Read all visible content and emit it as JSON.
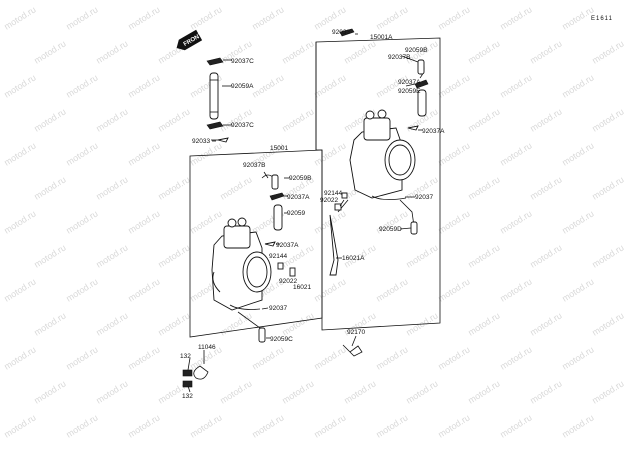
{
  "diagram": {
    "code": "E1611",
    "front_label": "FRONT",
    "watermark": "motod.ru",
    "labels": {
      "left_assy": "15001",
      "right_assy": "15001A",
      "top_right_92033": "92033",
      "c1": "92037C",
      "a_top": "92059A",
      "c2": "92037C",
      "left_92033": "92033",
      "l_92037B": "92037B",
      "l_92059B": "92059B",
      "l_92037A_1": "92037A",
      "l_92059": "92059",
      "l_92037A_2": "92037A",
      "l_92144": "92144",
      "l_92022": "92022",
      "l_16021": "16021",
      "l_92037": "92037",
      "l_92059C": "92059C",
      "r_92059B": "92059B",
      "r_92037B": "92037B",
      "r_92037A_1": "92037A",
      "r_92059E": "92059E",
      "r_92037A_2": "92037A",
      "r_92144": "92144",
      "r_92022": "92022",
      "r_92037": "92037",
      "r_92059D": "92059D",
      "r_16021A": "16021A",
      "p_92170": "92170",
      "p_11046": "11046",
      "p_132a": "132",
      "p_132b": "132"
    }
  }
}
